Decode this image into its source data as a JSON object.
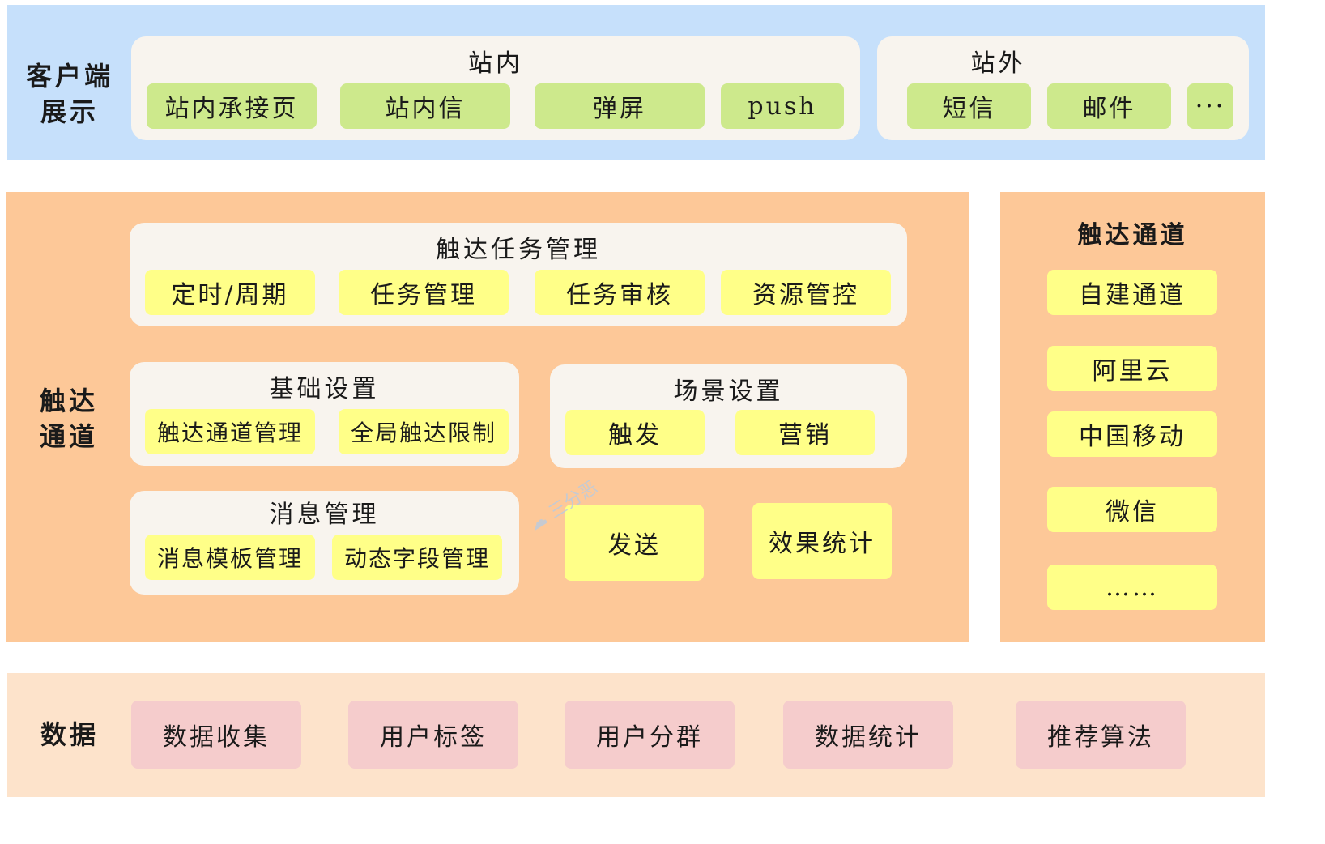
{
  "client_layer": {
    "label_line1": "客户端",
    "label_line2": "展示",
    "onsite": {
      "title": "站内",
      "items": [
        "站内承接页",
        "站内信",
        "弹屏",
        "push"
      ]
    },
    "offsite": {
      "title": "站外",
      "items": [
        "短信",
        "邮件",
        "···"
      ]
    }
  },
  "reach_layer": {
    "label_line1": "触达",
    "label_line2": "通道",
    "task_mgmt": {
      "title": "触达任务管理",
      "items": [
        "定时/周期",
        "任务管理",
        "任务审核",
        "资源管控"
      ]
    },
    "basic_settings": {
      "title": "基础设置",
      "items": [
        "触达通道管理",
        "全局触达限制"
      ]
    },
    "scene_settings": {
      "title": "场景设置",
      "items": [
        "触发",
        "营销"
      ]
    },
    "message_mgmt": {
      "title": "消息管理",
      "items": [
        "消息模板管理",
        "动态字段管理"
      ]
    },
    "send": "发送",
    "effect_stats": "效果统计",
    "channels": {
      "title": "触达通道",
      "items": [
        "自建通道",
        "阿里云",
        "中国移动",
        "微信",
        "……"
      ]
    }
  },
  "data_layer": {
    "label": "数据",
    "items": [
      "数据收集",
      "用户标签",
      "用户分群",
      "数据统计",
      "推荐算法"
    ]
  },
  "watermark": "三分恶",
  "colors": {
    "client_bg": "#c6e0fb",
    "reach_bg": "#fdc898",
    "data_bg": "#fde3cb",
    "panel_bg": "#f8f4ee",
    "green": "#cde98c",
    "yellow": "#ffff88",
    "pink": "#f5cccc"
  },
  "icons": [
    "wechat-icon"
  ]
}
